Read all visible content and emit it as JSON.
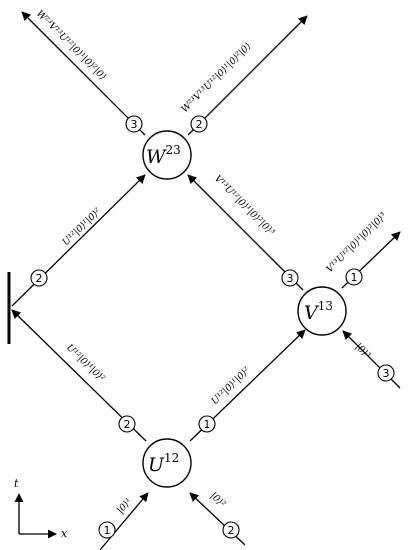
{
  "nodes": {
    "U": {
      "base": "U",
      "sup": "12"
    },
    "V": {
      "base": "V",
      "sup": "13"
    },
    "W": {
      "base": "W",
      "sup": "23"
    }
  },
  "ports": {
    "in_left": "1",
    "in_right": "2",
    "u_left": "2",
    "u_right": "1",
    "mirror": "2",
    "v_top_left": "3",
    "v_top_right": "1",
    "v_in": "3",
    "w_left": "3",
    "w_right": "2"
  },
  "edge_labels": {
    "in_left": "|0⟩¹",
    "in_right": "|0⟩²",
    "in_v": "|0⟩³",
    "u_to_mirror": "U¹²|0⟩¹|0⟩²",
    "u_to_v": "U¹²|0⟩¹|0⟩²",
    "mirror_to_w": "U¹²|0⟩¹|0⟩²",
    "v_to_w": "V¹³U¹²|0⟩¹|0⟩²|0⟩³",
    "v_out": "V¹³U¹²|0⟩¹|0⟩²|0⟩³",
    "w_out_left": "W²³V¹³U¹²|0⟩¹|0⟩²|0⟩",
    "w_out_right": "W²³V¹³U¹²|0⟩¹|0⟩²|0⟩"
  },
  "axes": {
    "t": "t",
    "x": "x"
  }
}
